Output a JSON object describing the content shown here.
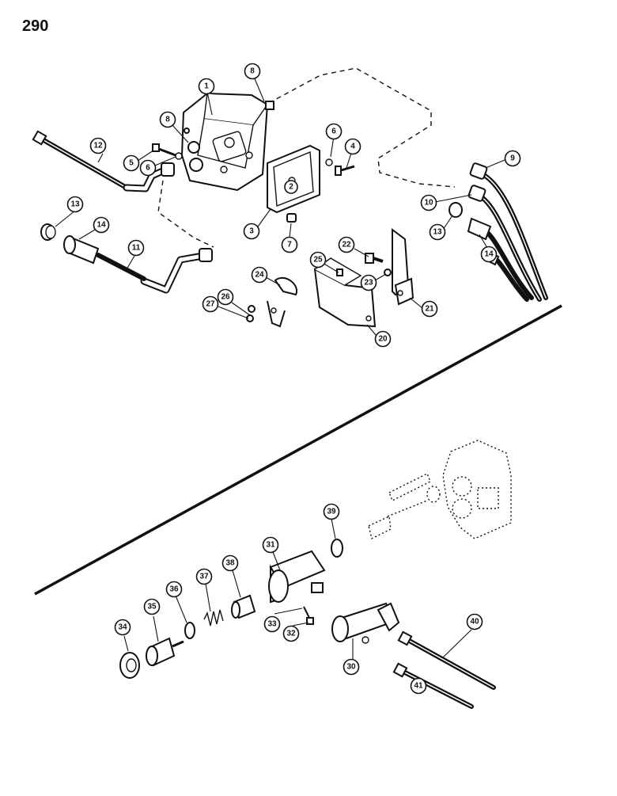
{
  "page_number": "290",
  "callouts": {
    "c1": "1",
    "c2": "2",
    "c3": "3",
    "c4": "4",
    "c5": "5",
    "c6a": "6",
    "c6b": "6",
    "c7": "7",
    "c8a": "8",
    "c8b": "8",
    "c9": "9",
    "c10": "10",
    "c11": "11",
    "c12": "12",
    "c13a": "13",
    "c13b": "13",
    "c14a": "14",
    "c14b": "14",
    "c20": "20",
    "c21": "21",
    "c22": "22",
    "c23": "23",
    "c24": "24",
    "c25": "25",
    "c26": "26",
    "c27": "27",
    "c30": "30",
    "c31": "31",
    "c32": "32",
    "c33": "33",
    "c34": "34",
    "c35": "35",
    "c36": "36",
    "c37": "37",
    "c38": "38",
    "c39": "39",
    "c40": "40",
    "c41": "41"
  }
}
